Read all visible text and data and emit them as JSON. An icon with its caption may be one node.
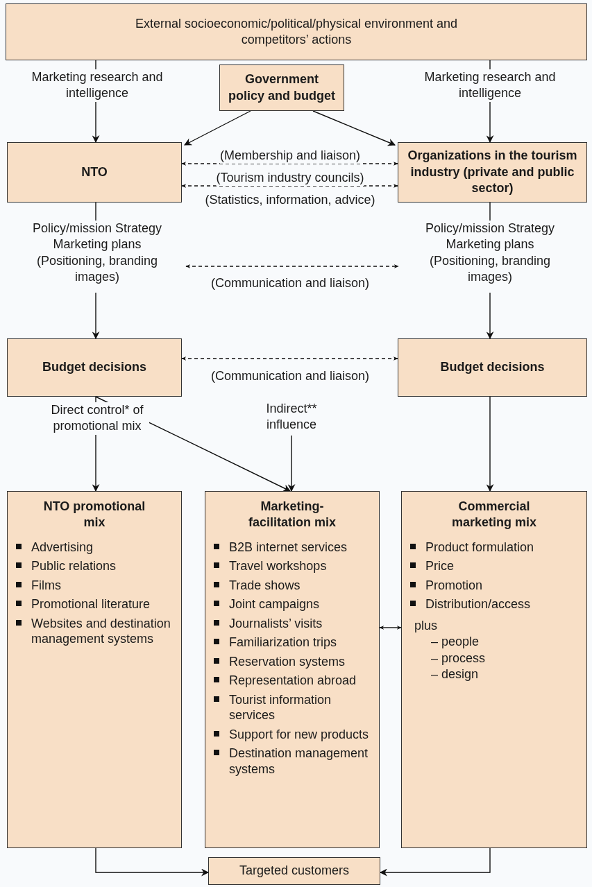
{
  "diagram": {
    "nodes": [
      {
        "text": [
          "External socioeconomic/political/physical environment and competitors’ actions"
        ]
      },
      {
        "text": [
          "Government policy and budget"
        ]
      },
      {
        "text": [
          "NTO"
        ]
      },
      {
        "text": [
          "Organizations in the tourism industry (private and public sector)"
        ]
      },
      {
        "text": [
          "Policy/mission Strategy Marketing plans (Positioning, branding images)"
        ]
      },
      {
        "text": [
          "Policy/mission Strategy Marketing plans (Positioning, branding images)"
        ]
      },
      {
        "text": [
          "Budget decisions"
        ]
      },
      {
        "text": [
          "Budget decisions"
        ]
      },
      {
        "text": [
          "Indirect** influence"
        ]
      },
      {
        "text": [
          "NTO promotional mix",
          "Advertising",
          "Public relations",
          "Films",
          "Promotional literature",
          "Websites and destination management systems"
        ]
      },
      {
        "text": [
          "Marketing-facilitation mix",
          "B2B internet services",
          "Travel workshops",
          "Trade shows",
          "Joint campaigns",
          "Journalists’ visits",
          "Familiarization trips",
          "Reservation systems",
          "Representation abroad",
          "Tourist information services",
          "Support for new products",
          "Destination management systems"
        ]
      },
      {
        "text": [
          "Commercial marketing mix",
          "Product formulation",
          "Price",
          "Promotion",
          "Distribution/access",
          "plus",
          "– people",
          "– process",
          "– design"
        ]
      },
      {
        "text": [
          "Targeted customers"
        ]
      }
    ],
    "edges": [
      {
        "from": 0,
        "to": 2,
        "arrow": "to",
        "label": "Marketing research and intelligence"
      },
      {
        "from": 0,
        "to": 3,
        "arrow": "to",
        "label": "Marketing research and intelligence"
      },
      {
        "from": 1,
        "to": 2,
        "arrow": "to"
      },
      {
        "from": 1,
        "to": 3,
        "arrow": "to"
      },
      {
        "from": 2,
        "to": 3,
        "arrow": "both",
        "style": "dashed",
        "label": "(Membership and liaison)"
      },
      {
        "from": 2,
        "to": 3,
        "arrow": "both",
        "style": "dashed",
        "label": "(Tourism industry councils)"
      },
      {
        "from": 2,
        "to": 4,
        "arrow": "none"
      },
      {
        "from": 4,
        "to": 6,
        "arrow": "to"
      },
      {
        "from": 3,
        "to": 5,
        "arrow": "none"
      },
      {
        "from": 5,
        "to": 7,
        "arrow": "to"
      },
      {
        "from": 4,
        "to": 5,
        "arrow": "both",
        "style": "dashed",
        "label": "(Communication and liaison)"
      },
      {
        "from": 6,
        "to": 7,
        "arrow": "both",
        "style": "dashed",
        "label": "(Communication and liaison)"
      },
      {
        "from": 6,
        "to": 9,
        "arrow": "to",
        "label": "Direct control* of promotional mix"
      },
      {
        "from": 6,
        "to": 10,
        "arrow": "to"
      },
      {
        "from": 8,
        "to": 10,
        "arrow": "to"
      },
      {
        "from": 7,
        "to": 11,
        "arrow": "to"
      },
      {
        "from": 10,
        "to": 11,
        "arrow": "both"
      },
      {
        "from": 9,
        "to": 12,
        "arrow": "to"
      },
      {
        "from": 11,
        "to": 12,
        "arrow": "to"
      }
    ],
    "labels": [
      "(Statistics, information, advice)"
    ]
  }
}
